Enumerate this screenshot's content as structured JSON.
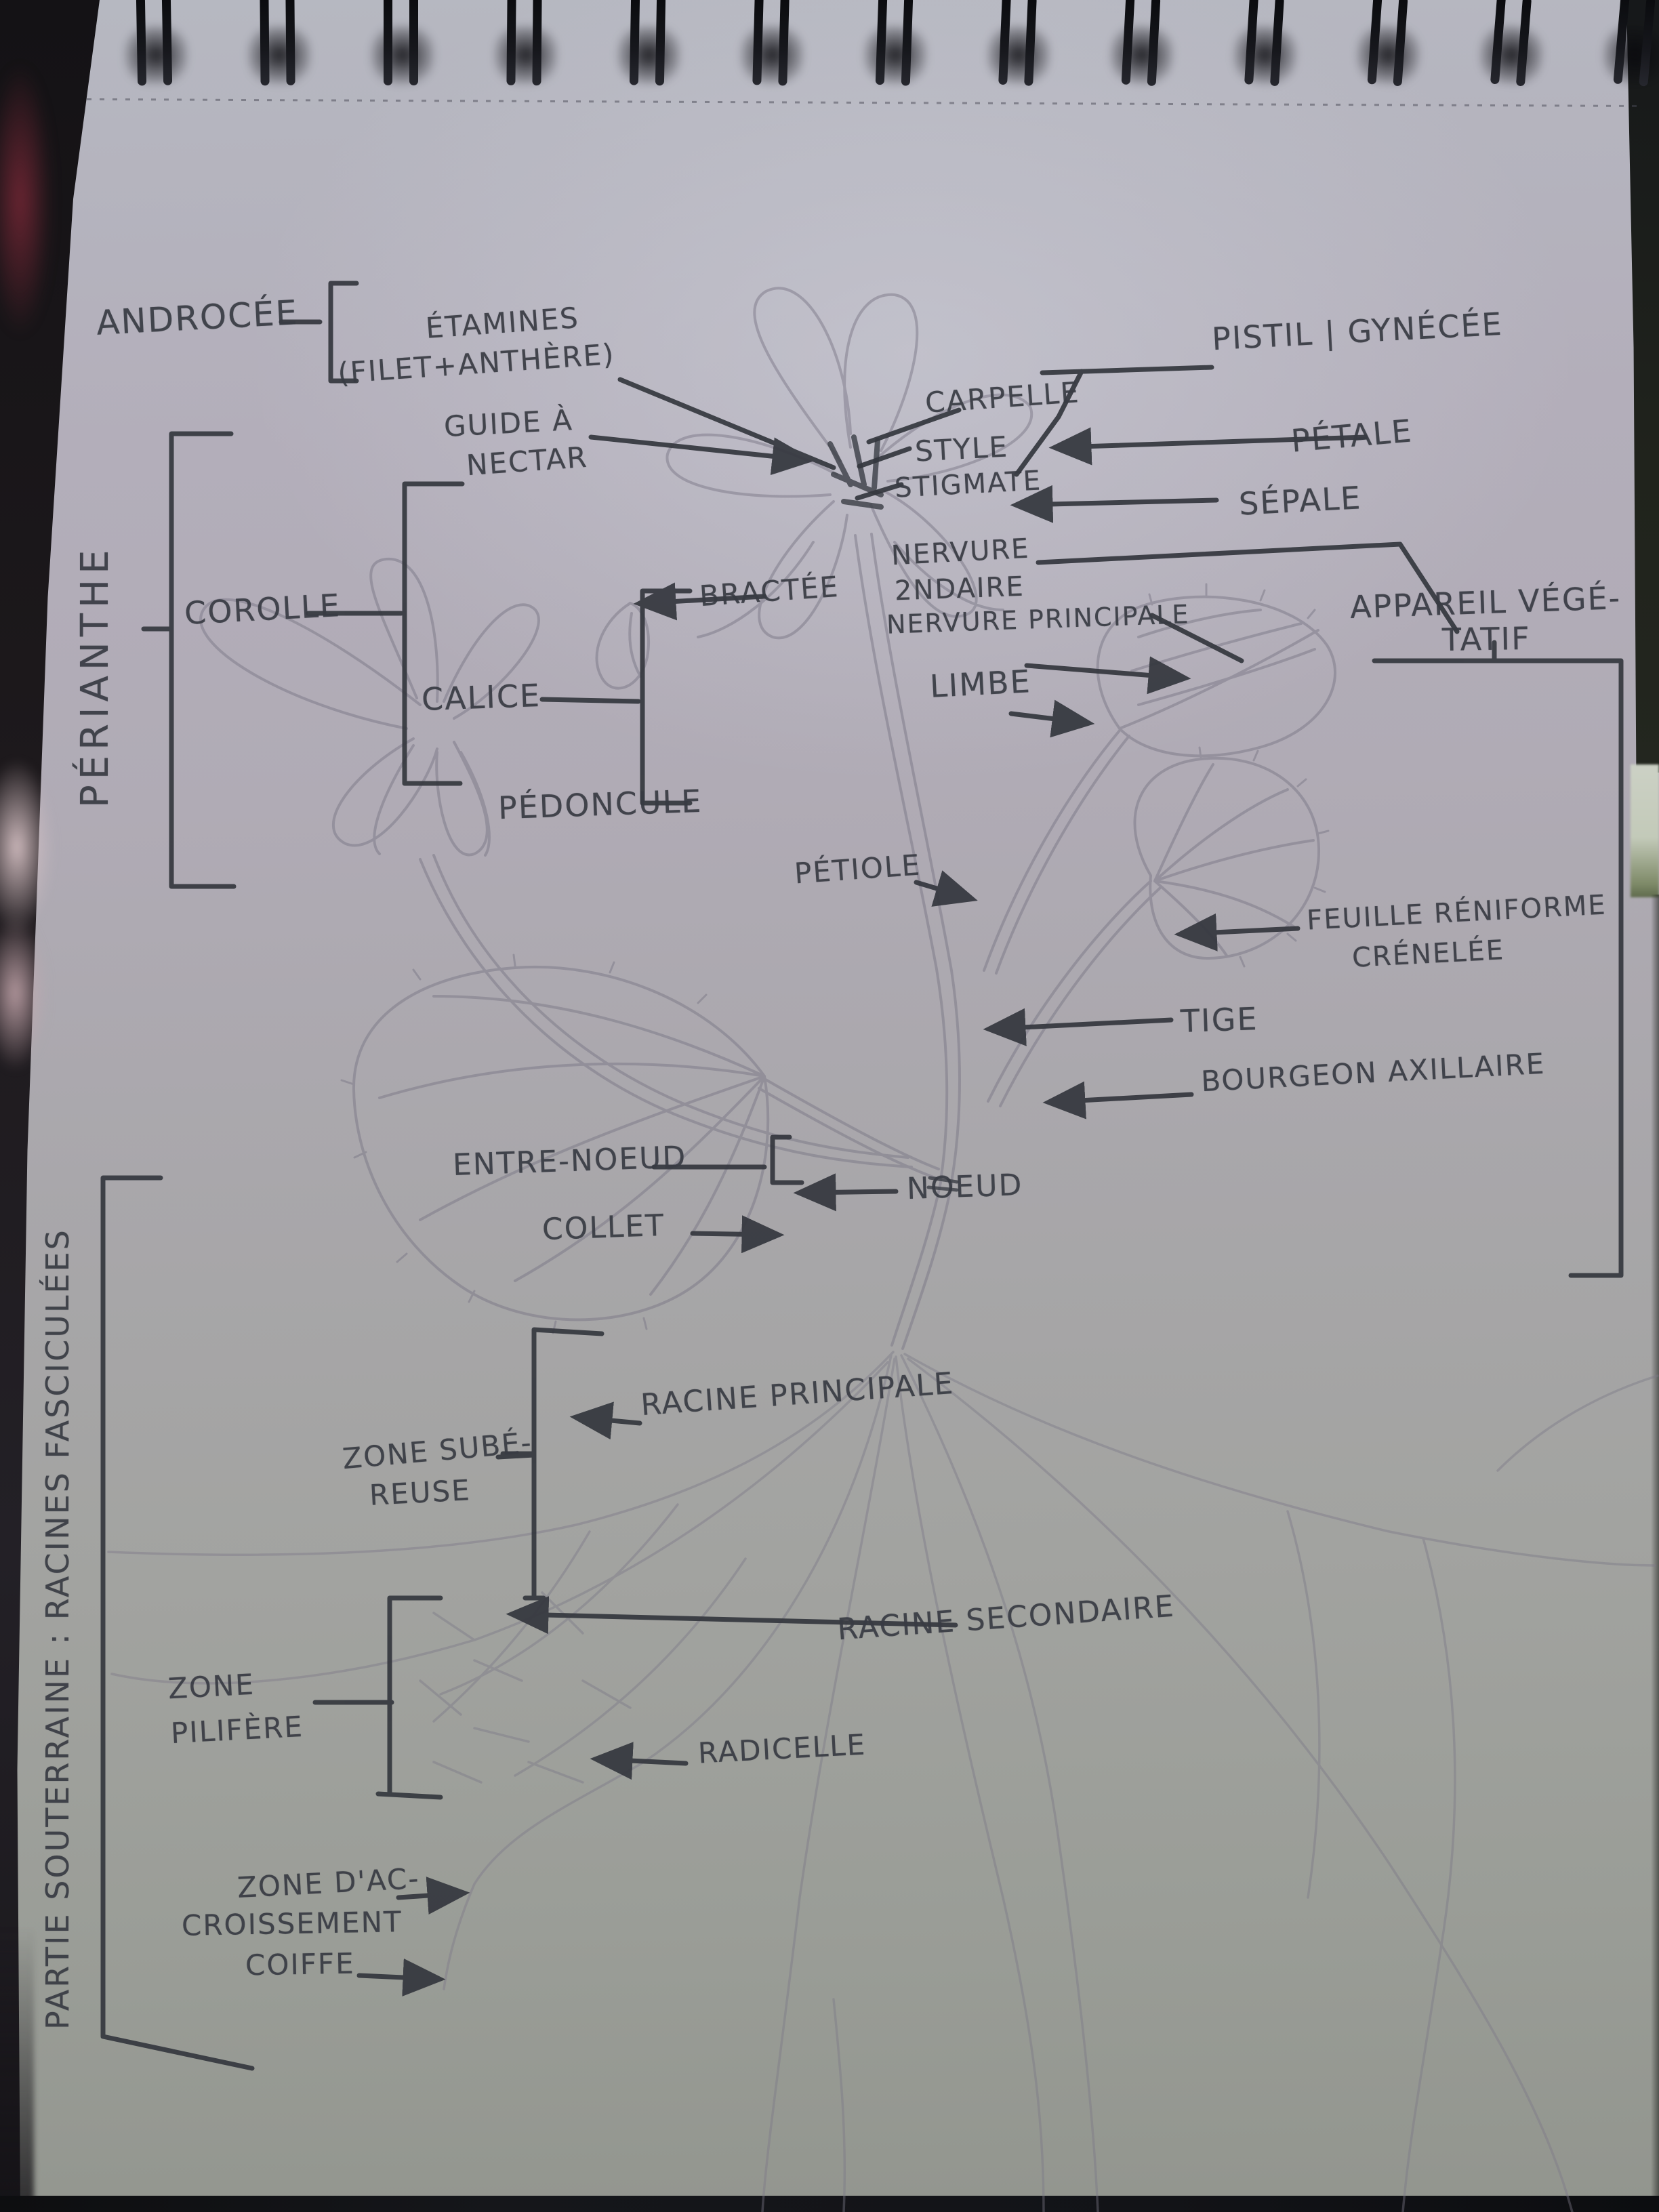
{
  "scene": {
    "description": "Photo of a spiral-bound sketchbook page with a hand-drawn pencil botany diagram of a whole flowering plant, annotated in ink with French labels",
    "language": "French"
  },
  "notebook": {
    "binding": "spiral-coil top binding",
    "coil_pairs": 13,
    "perforation": "dotted tear line under the coils"
  },
  "colors": {
    "paper_top": "#b6b8c1",
    "paper_bottom": "#92958e",
    "ink": "#34373e",
    "pencil": "#7b7887",
    "background_dark": "#1d191c"
  },
  "diagram": {
    "subject": "Morphology of a flowering plant: flower, stem, leaves and fasciculate root system",
    "groups": {
      "androcee_contains": "ÉTAMINES (FILET+ANTHÈRE)",
      "perianthe_contains": "COROLLE + CALICE",
      "right_bracket_group": "APPAREIL VÉGÉTATIF",
      "left_bottom_bracket_group": "PARTIE SOUTERRAINE : RACINES FASCICULÉES"
    },
    "labels": {
      "androcee": "ANDROCÉE",
      "etamines": "ÉTAMINES",
      "etamines_detail": "(FILET+ANTHÈRE)",
      "guide_a": "GUIDE À",
      "nectar": "NECTAR",
      "pistil": "PISTIL | GYNÉCÉE",
      "carpelle": "CARPELLE",
      "style": "STYLE",
      "stigmate": "STIGMATE",
      "petale": "PÉTALE",
      "sepale": "SÉPALE",
      "perianthe": "PÉRIANTHE",
      "corolle": "COROLLE",
      "calice": "CALICE",
      "pedoncule": "PÉDONCULE",
      "bractee": "BRACTÉE",
      "nervure_1": "NERVURE",
      "nervure_2": "2NDAIRE",
      "nervure_principale": "NERVURE PRINCIPALE",
      "limbe": "LIMBE",
      "appareil_1": "APPAREIL VÉGÉ-",
      "appareil_2": "TATIF",
      "petiole": "PÉTIOLE",
      "feuille_1": "FEUILLE RÉNIFORME",
      "feuille_2": "CRÉNELÉE",
      "tige": "TIGE",
      "bourgeon": "BOURGEON AXILLAIRE",
      "entre_noeud": "ENTRE-NOEUD",
      "noeud": "NOEUD",
      "collet": "COLLET",
      "zone_sube_1": "ZONE SUBÉ-",
      "zone_sube_2": "REUSE",
      "racine_principale": "RACINE PRINCIPALE",
      "racine_secondaire": "RACINE SECONDAIRE",
      "zone_pilifere_1": "ZONE",
      "zone_pilifere_2": "PILIFÈRE",
      "radicelle": "RADICELLE",
      "zone_acc_1": "ZONE D'AC-",
      "zone_acc_2": "CROISSEMENT",
      "coiffe": "COIFFE",
      "partie_souterraine": "PARTIE SOUTERRAINE : RACINES FASCICULÉES"
    }
  }
}
